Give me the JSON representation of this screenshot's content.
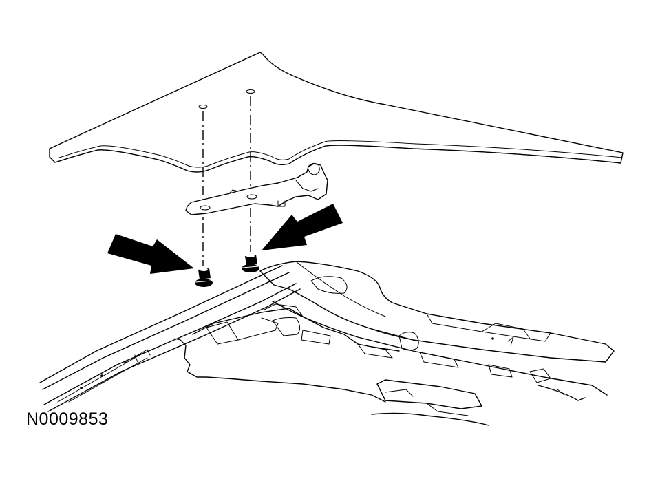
{
  "figure": {
    "reference_code": "N0009853"
  },
  "callouts": [
    {
      "name": "fastener-arrow-left",
      "target": "bolt-left"
    },
    {
      "name": "fastener-arrow-right",
      "target": "bolt-right"
    }
  ],
  "colors": {
    "ink": "#000000",
    "paper": "#ffffff"
  }
}
